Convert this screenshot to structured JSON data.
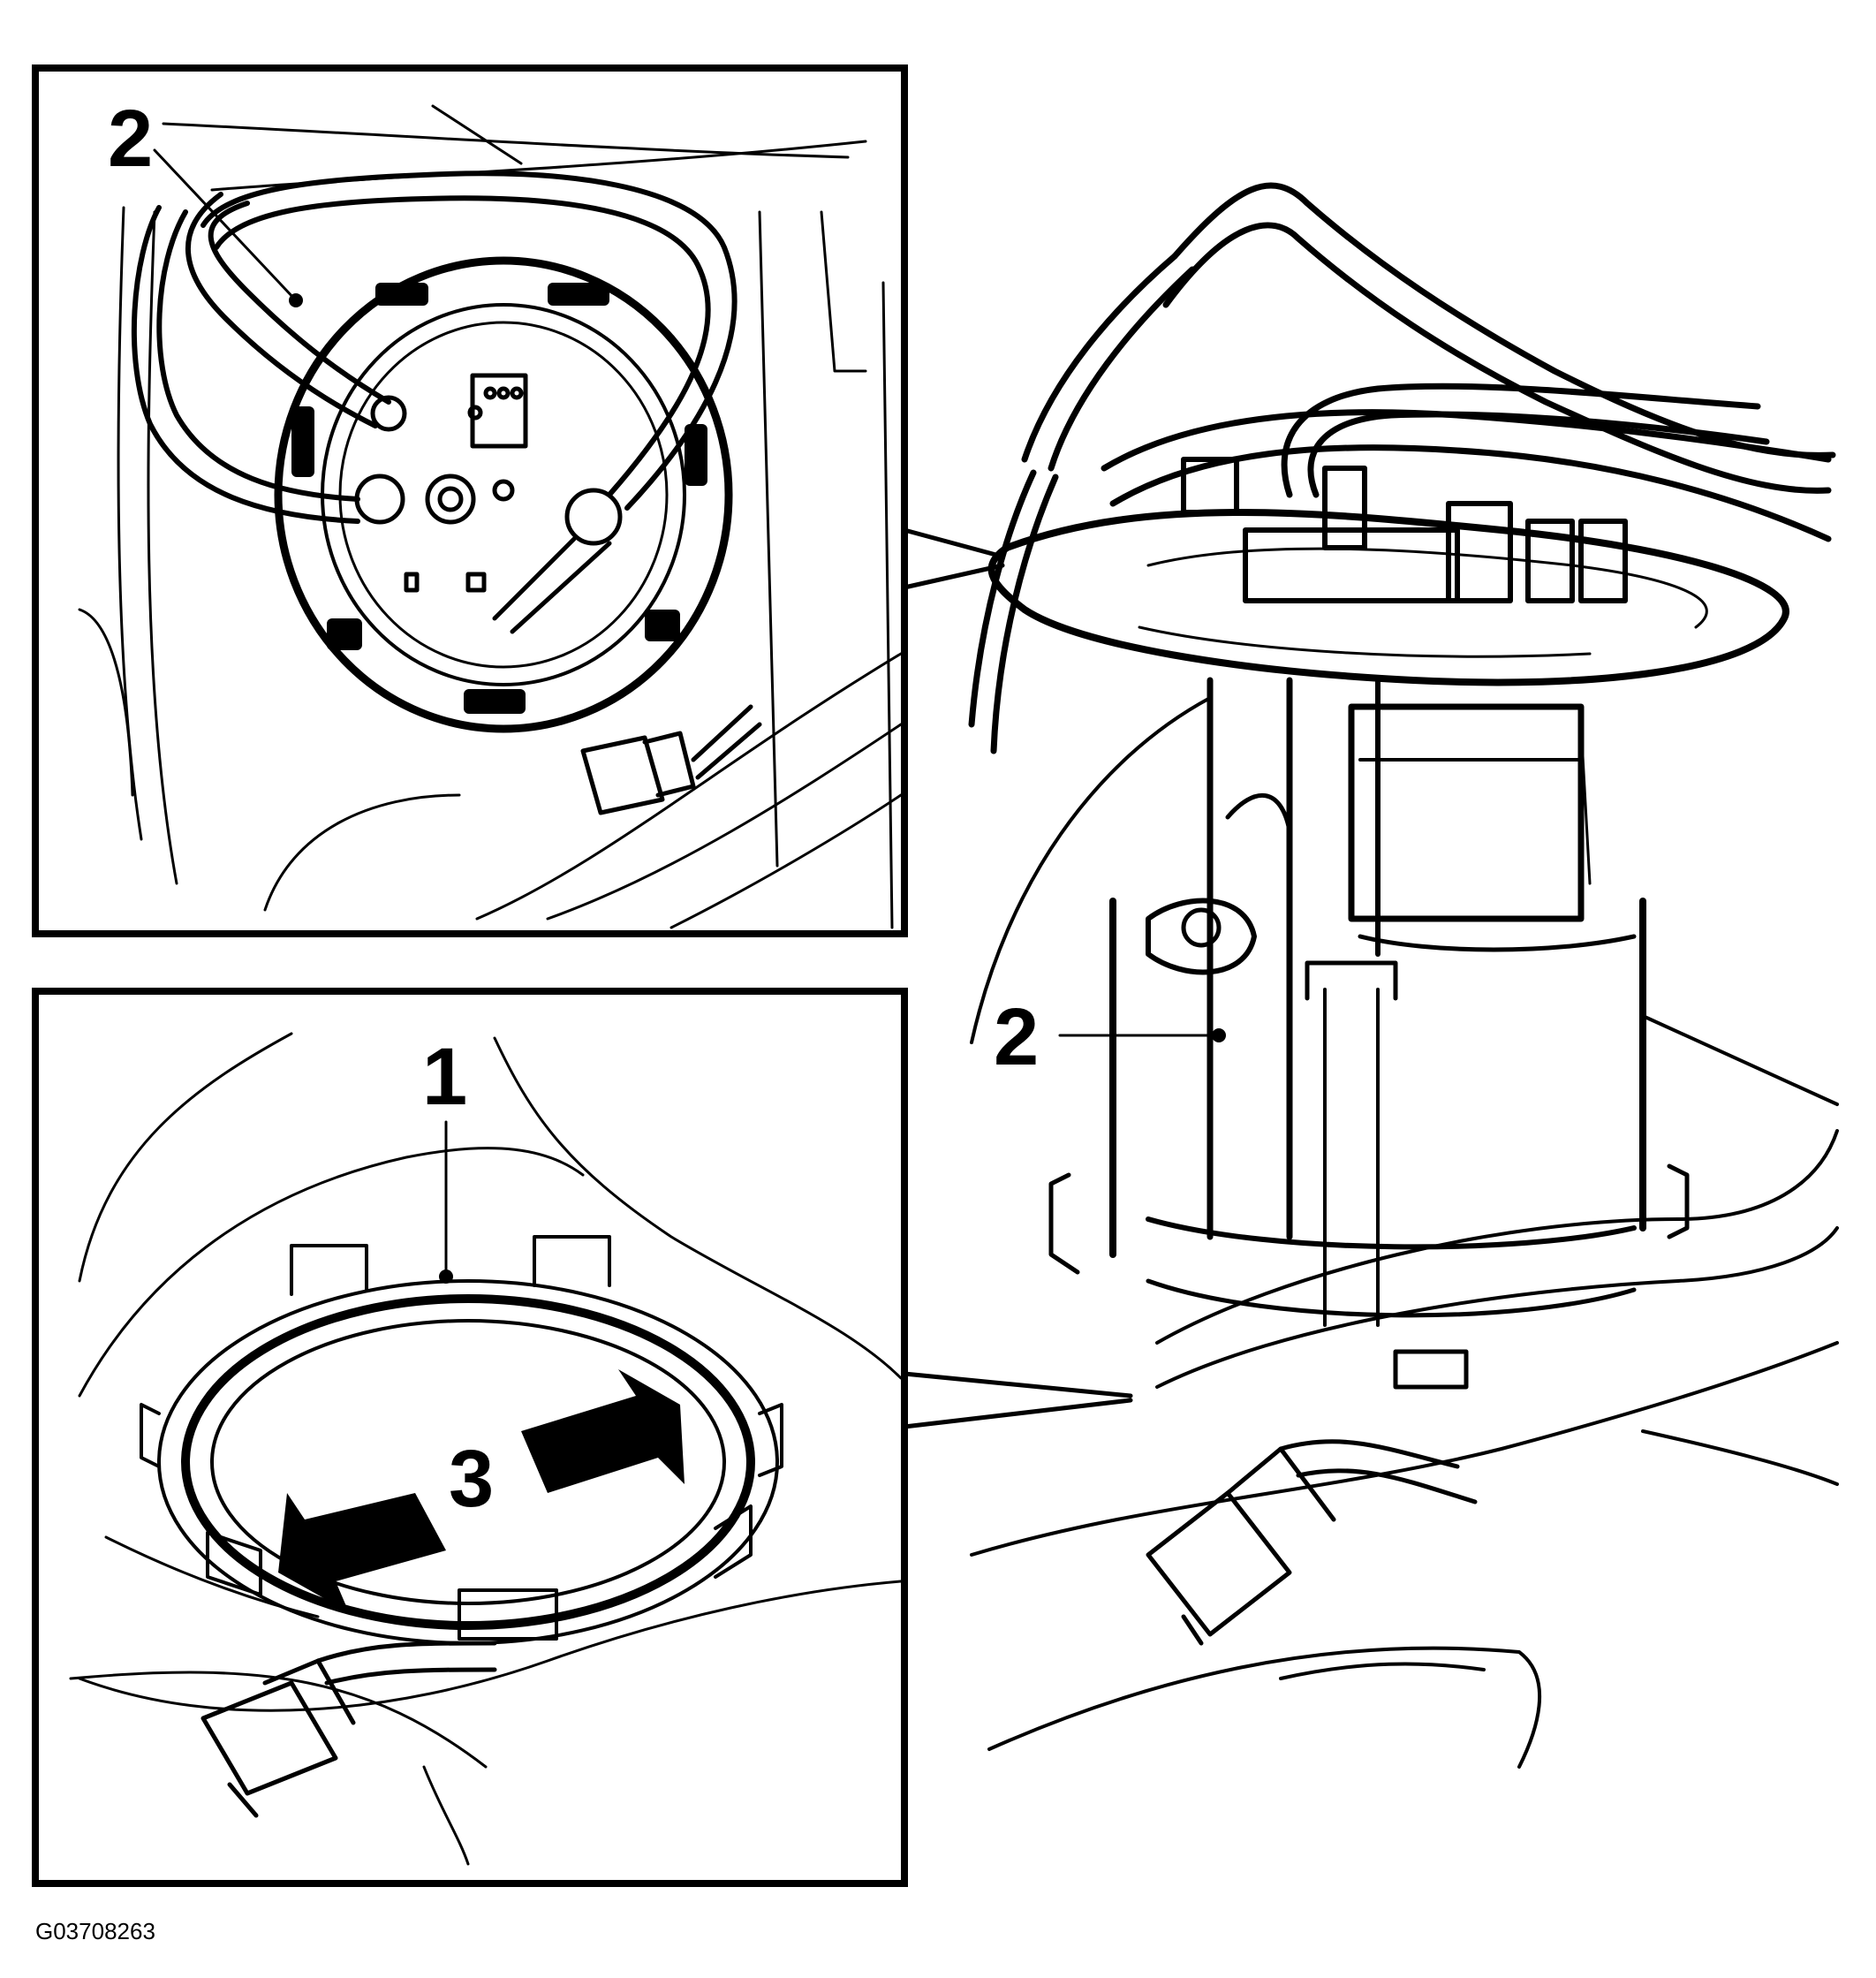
{
  "figure_id": "G03708263",
  "callouts": {
    "top_inset": "2",
    "bottom_inset_ring": "1",
    "bottom_inset_arrows": "3",
    "main_view": "2"
  }
}
